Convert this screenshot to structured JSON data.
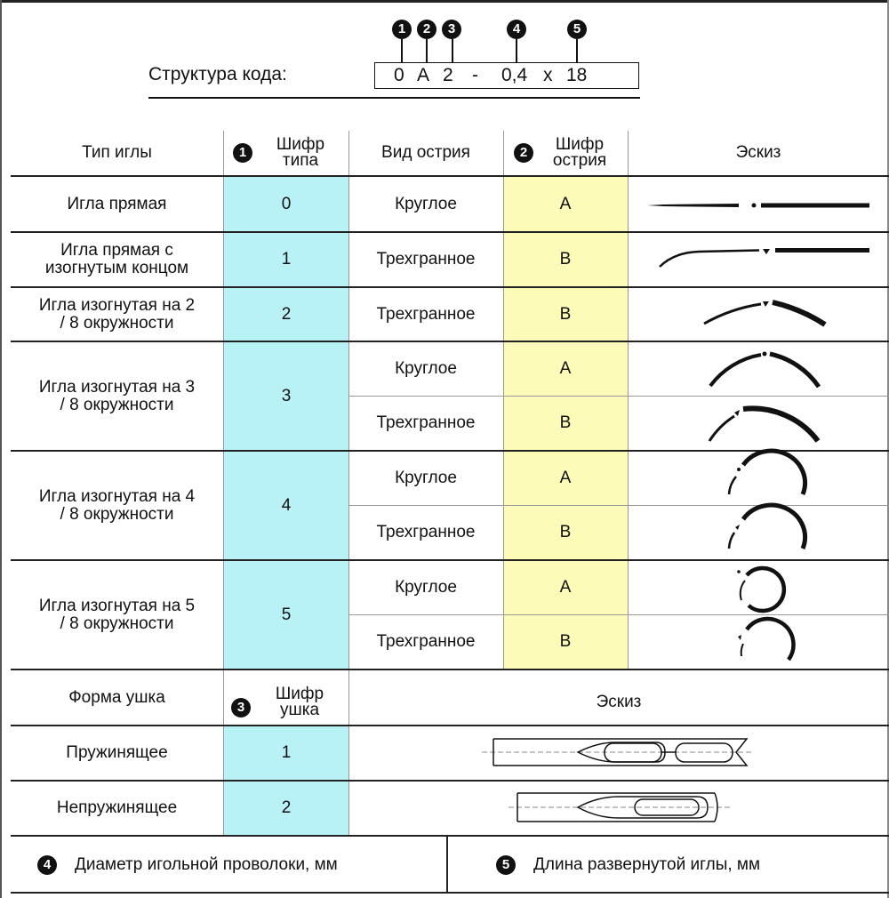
{
  "code": {
    "label": "Структура кода:",
    "parts": [
      "0",
      "A",
      "2",
      "-",
      "0,4",
      "x",
      "18"
    ],
    "markers": [
      "1",
      "2",
      "3",
      "4",
      "5"
    ]
  },
  "needle_table": {
    "headers": {
      "type": "Тип иглы",
      "type_code_marker": "1",
      "type_code": "Шифр типа",
      "point_kind": "Вид острия",
      "point_code_marker": "2",
      "point_code": "Шифр острия",
      "sketch": "Эскиз"
    },
    "rows": [
      {
        "type": "Игла прямая",
        "code": "0",
        "points": [
          {
            "kind": "Круглое",
            "code": "A",
            "sketch": "straight-needle-icon"
          }
        ]
      },
      {
        "type": "Игла прямая с изогнутым концом",
        "code": "1",
        "points": [
          {
            "kind": "Трехгранное",
            "code": "B",
            "sketch": "bent-end-needle-icon"
          }
        ]
      },
      {
        "type": "Игла изогнутая на 2 / 8 окружности",
        "code": "2",
        "points": [
          {
            "kind": "Трехгранное",
            "code": "B",
            "sketch": "arc-2-8-needle-icon"
          }
        ]
      },
      {
        "type": "Игла изогнутая на 3 / 8 окружности",
        "code": "3",
        "points": [
          {
            "kind": "Круглое",
            "code": "A",
            "sketch": "arc-3-8-round-icon"
          },
          {
            "kind": "Трехгранное",
            "code": "B",
            "sketch": "arc-3-8-tri-icon"
          }
        ]
      },
      {
        "type": "Игла изогнутая на 4 / 8 окружности",
        "code": "4",
        "points": [
          {
            "kind": "Круглое",
            "code": "A",
            "sketch": "arc-4-8-round-icon"
          },
          {
            "kind": "Трехгранное",
            "code": "B",
            "sketch": "arc-4-8-tri-icon"
          }
        ]
      },
      {
        "type": "Игла изогнутая на 5 / 8 окружности",
        "code": "5",
        "points": [
          {
            "kind": "Круглое",
            "code": "A",
            "sketch": "arc-5-8-round-icon"
          },
          {
            "kind": "Трехгранное",
            "code": "B",
            "sketch": "arc-5-8-tri-icon"
          }
        ]
      }
    ]
  },
  "eye_table": {
    "headers": {
      "shape": "Форма ушка",
      "code_marker": "3",
      "code": "Шифр ушка",
      "sketch": "Эскиз"
    },
    "rows": [
      {
        "shape": "Пружинящее",
        "code": "1",
        "sketch": "spring-eye-icon"
      },
      {
        "shape": "Непружинящее",
        "code": "2",
        "sketch": "closed-eye-icon"
      }
    ]
  },
  "footer": {
    "diameter_marker": "4",
    "diameter": "Диаметр игольной проволоки, мм",
    "length_marker": "5",
    "length": "Длина развернутой иглы, мм"
  },
  "colors": {
    "type_code_fill": "#b8f1f6",
    "point_code_fill": "#fdfbb8",
    "line": "#222222"
  }
}
